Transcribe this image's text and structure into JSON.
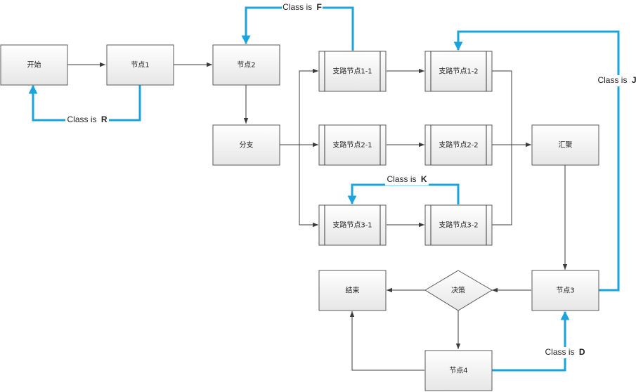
{
  "nodes": {
    "start": "开始",
    "node1": "节点1",
    "node2": "节点2",
    "branch": "分支",
    "b11": "支路节点1-1",
    "b12": "支路节点1-2",
    "b21": "支路节点2-1",
    "b22": "支路节点2-2",
    "b31": "支路节点3-1",
    "b32": "支路节点3-2",
    "merge": "汇聚",
    "node3": "节点3",
    "decision": "决策",
    "end": "结束",
    "node4": "节点4"
  },
  "loops": {
    "f": {
      "prefix": "Class is",
      "letter": "F"
    },
    "r": {
      "prefix": "Class is",
      "letter": "R"
    },
    "j": {
      "prefix": "Class is",
      "letter": "J"
    },
    "k": {
      "prefix": "Class is",
      "letter": "K"
    },
    "d": {
      "prefix": "Class is",
      "letter": "D"
    }
  },
  "colors": {
    "loop_accent": "#1aa3dd",
    "connector": "#3c3c3c",
    "box_border": "#5a5a5a"
  }
}
